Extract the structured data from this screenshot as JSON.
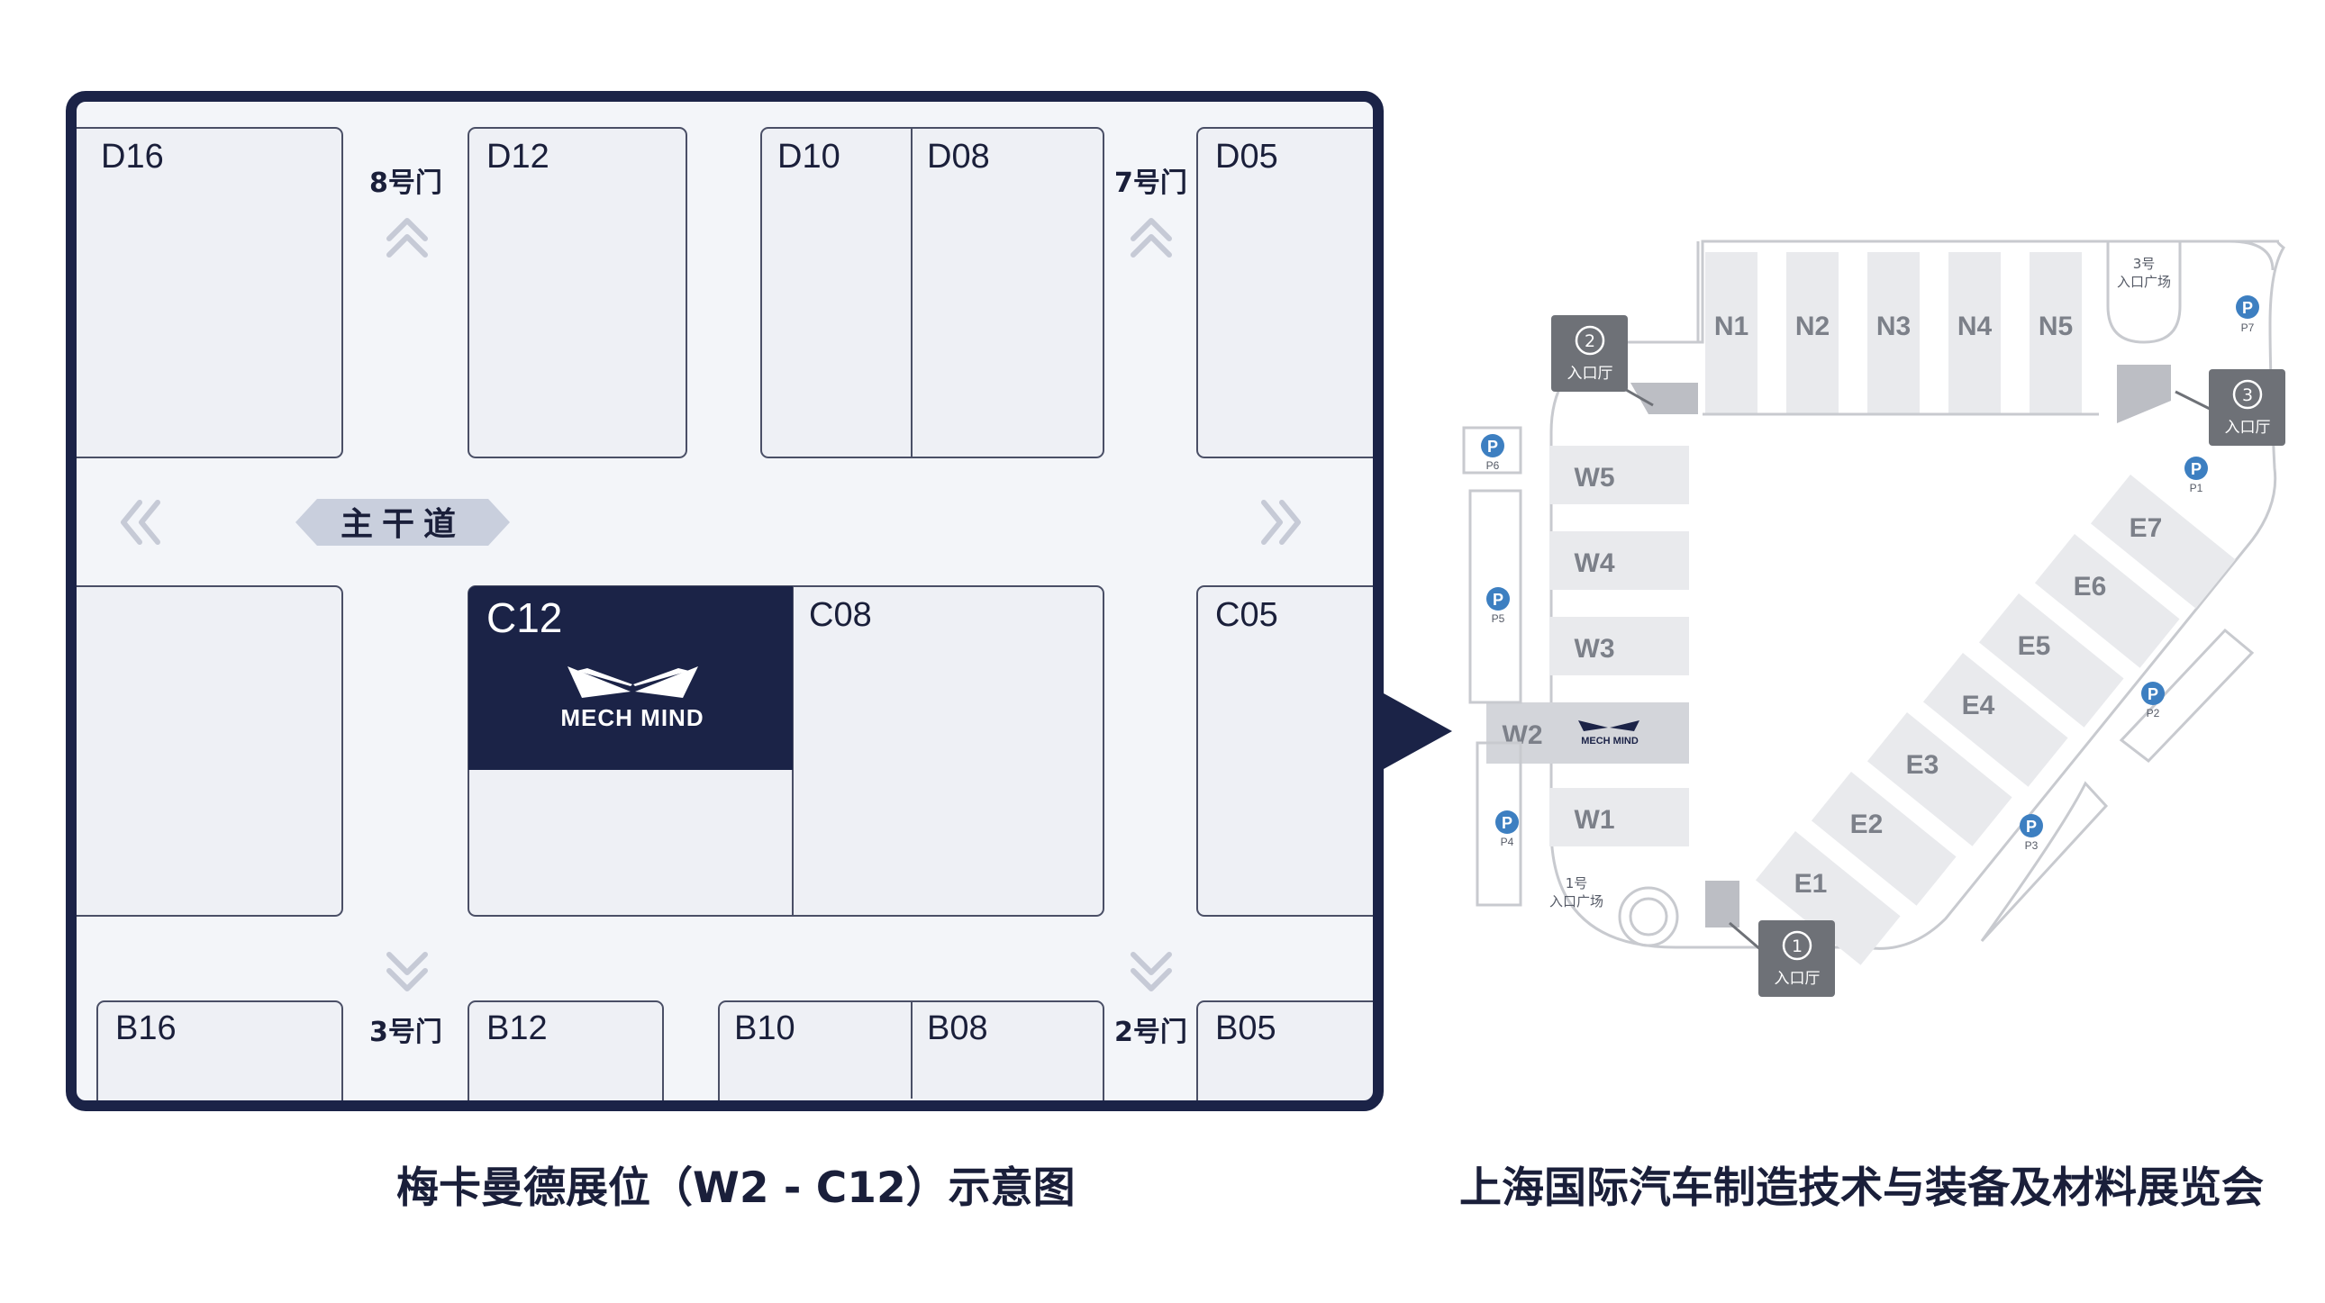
{
  "detail_map": {
    "top_booths": [
      "D16",
      "D12",
      "D10",
      "D08",
      "D05"
    ],
    "middle_booths": [
      "C12",
      "C08",
      "C05"
    ],
    "bottom_booths": [
      "B16",
      "B12",
      "B10",
      "B08",
      "B05"
    ],
    "gates": {
      "gate8": "8号门",
      "gate7": "7号门",
      "gate3": "3号门",
      "gate2": "2号门"
    },
    "main_road": "主干道",
    "highlighted_booth": "C12",
    "logo_text": "MECH MIND",
    "colors": {
      "navy": "#1b2347",
      "booth_fill": "#eef0f5",
      "frame": "#1b2347"
    }
  },
  "overview_map": {
    "north_halls": [
      "N1",
      "N2",
      "N3",
      "N4",
      "N5"
    ],
    "west_halls": [
      "W5",
      "W4",
      "W3",
      "W2",
      "W1"
    ],
    "east_halls": [
      "E7",
      "E6",
      "E5",
      "E4",
      "E3",
      "E2",
      "E1"
    ],
    "highlighted_hall": "W2",
    "logo_text": "MECH MIND",
    "parking": [
      "P7",
      "P6",
      "P1",
      "P5",
      "P2",
      "P4",
      "P3"
    ],
    "parking_mark": "P",
    "entrance_halls": [
      {
        "number": "2",
        "label": "入口厅"
      },
      {
        "number": "3",
        "label": "入口厅"
      },
      {
        "number": "1",
        "label": "入口厅"
      }
    ],
    "plazas": [
      {
        "line1": "3号",
        "line2": "入口广场"
      },
      {
        "line1": "1号",
        "line2": "入口广场"
      }
    ]
  },
  "captions": {
    "left": "梅卡曼德展位（W2 - C12）示意图",
    "right": "上海国际汽车制造技术与装备及材料展览会"
  }
}
